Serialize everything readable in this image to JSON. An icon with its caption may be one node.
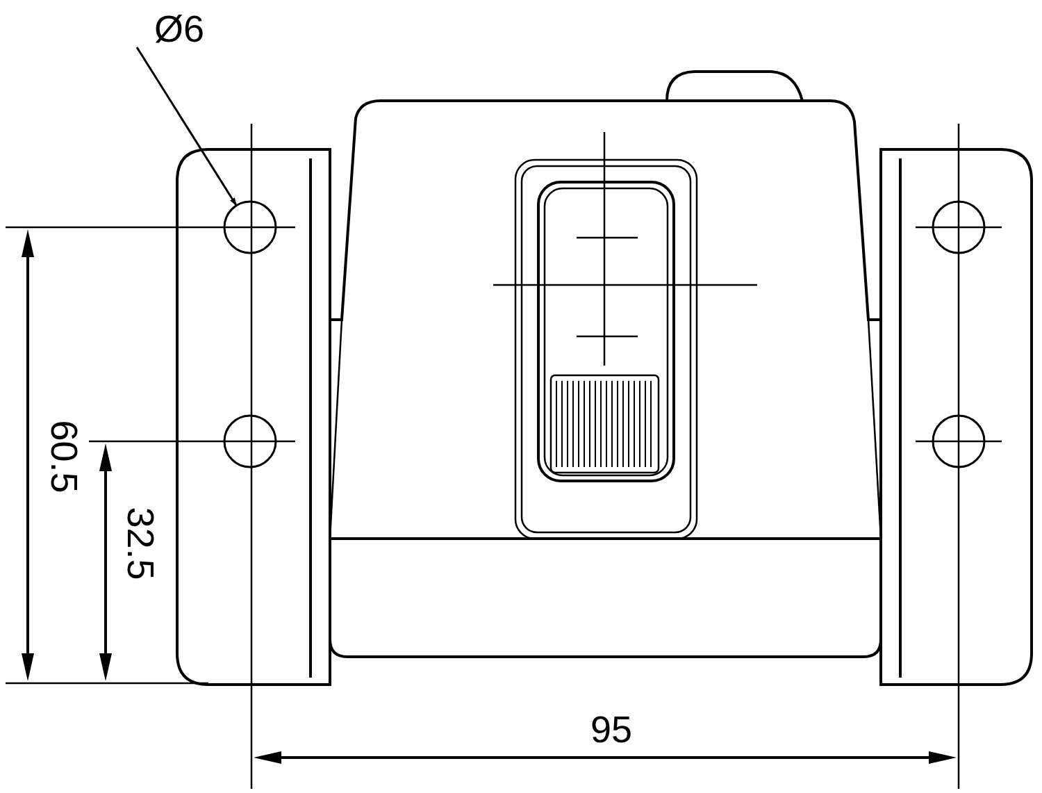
{
  "diagram": {
    "nodes": [
      {
        "text": [
          "Ø6"
        ]
      },
      {
        "text": [],
        "shape": "circle"
      }
    ],
    "edges": [
      {
        "from": 0,
        "to": 1,
        "arrow": "to"
      }
    ],
    "labels": [
      "60.5",
      "32.5",
      "95"
    ]
  }
}
